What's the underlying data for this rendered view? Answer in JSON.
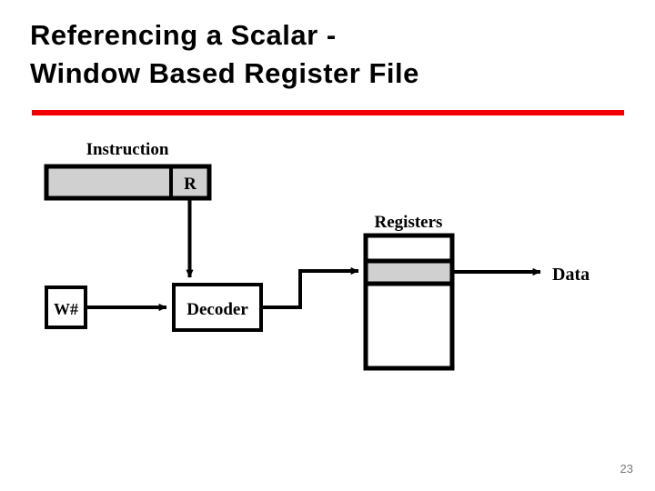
{
  "slide": {
    "background_color": "#ffffff",
    "page_number": "23",
    "title": {
      "lines": [
        "Referencing a Scalar -",
        "Window Based Register File"
      ],
      "color": "#000000"
    },
    "rule": {
      "color": "#f40000"
    }
  },
  "diagram": {
    "name": "window-based-register-file-dataflow",
    "fill_shaded": "#d0d0d0",
    "stroke": "#000000",
    "labels": {
      "instruction": "Instruction",
      "registers": "Registers",
      "data": "Data"
    },
    "nodes": [
      {
        "id": "instruction-box",
        "label": "",
        "shaded": true
      },
      {
        "id": "instruction-r-field",
        "label": "R",
        "shaded": true
      },
      {
        "id": "window-number-box",
        "label": "W#",
        "shaded": false
      },
      {
        "id": "decoder-box",
        "label": "Decoder",
        "shaded": false
      },
      {
        "id": "registers-box",
        "label": "",
        "shaded": false
      },
      {
        "id": "registers-selected-window",
        "label": "",
        "shaded": true
      }
    ],
    "edges": [
      {
        "id": "r-to-decoder",
        "from": "instruction-r-field",
        "to": "decoder-box"
      },
      {
        "id": "wnum-to-decoder",
        "from": "window-number-box",
        "to": "decoder-box"
      },
      {
        "id": "decoder-to-registers",
        "from": "decoder-box",
        "to": "registers-selected-window"
      },
      {
        "id": "registers-to-data",
        "from": "registers-selected-window",
        "to": "data-label"
      }
    ]
  }
}
